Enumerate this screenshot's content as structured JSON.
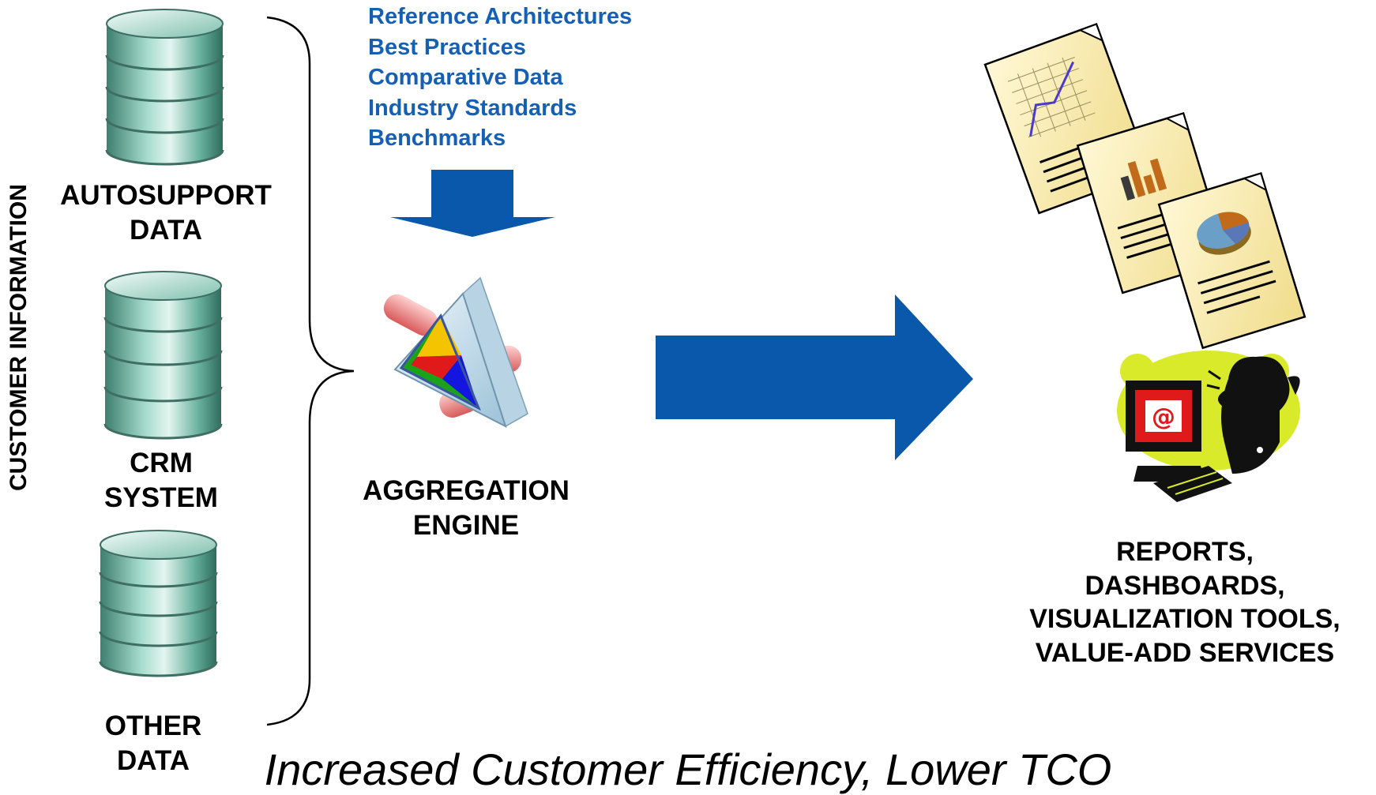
{
  "side_label": "CUSTOMER INFORMATION",
  "sources": [
    {
      "line1": "AUTOSUPPORT",
      "line2": "DATA"
    },
    {
      "line1": "CRM",
      "line2": "SYSTEM"
    },
    {
      "line1": "OTHER",
      "line2": "DATA"
    }
  ],
  "inputs": [
    "Reference Architectures",
    "Best Practices",
    "Comparative Data",
    "Industry Standards",
    "Benchmarks"
  ],
  "engine": {
    "line1": "AGGREGATION",
    "line2": "ENGINE"
  },
  "outputs": [
    "REPORTS,",
    "DASHBOARDS,",
    "VISUALIZATION TOOLS,",
    "VALUE-ADD SERVICES"
  ],
  "tagline": "Increased Customer Efficiency, Lower TCO",
  "colors": {
    "inputs_text": "#1560b4",
    "arrow_blue": "#0a58ab",
    "cylinder": "#6fb5a3"
  },
  "icons": [
    "database-icon",
    "brace-icon",
    "down-arrow-icon",
    "engine-icon",
    "right-arrow-icon",
    "report-chart-icon",
    "user-computer-icon"
  ]
}
